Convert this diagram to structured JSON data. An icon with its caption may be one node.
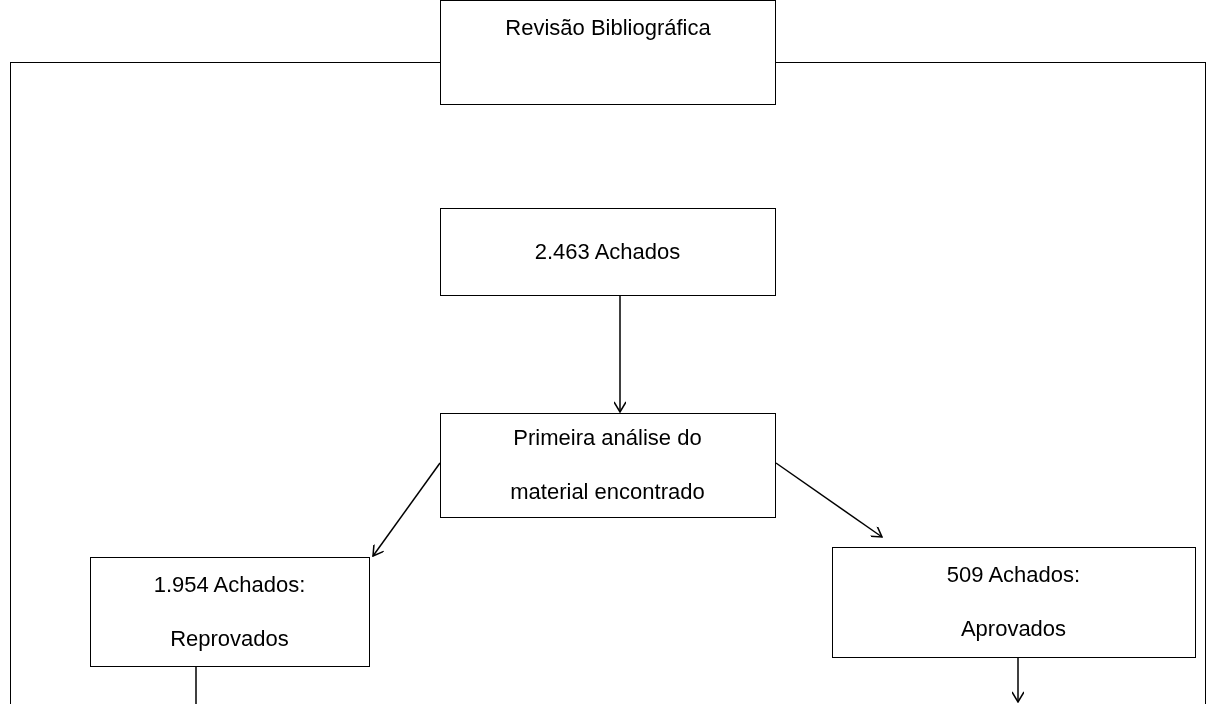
{
  "diagram": {
    "nodes": [
      {
        "text": [],
        "shape": "box"
      },
      {
        "text": [
          "Revisão Bibliográfica"
        ]
      },
      {
        "text": [
          "2.463 Achados"
        ],
        "in": 0
      },
      {
        "text": [
          "Primeira análise do material encontrado"
        ],
        "in": 0
      },
      {
        "text": [
          "1.954 Achados: Reprovados"
        ],
        "in": 0
      },
      {
        "text": [
          "509 Achados: Aprovados"
        ],
        "in": 0
      }
    ],
    "edges": [
      {
        "from": 2,
        "to": 3,
        "arrow": "to"
      },
      {
        "from": 3,
        "to": 4,
        "arrow": "to"
      },
      {
        "from": 3,
        "to": 5,
        "arrow": "to"
      },
      {
        "from": 4,
        "to": null,
        "arrow": "none"
      },
      {
        "from": 5,
        "to": null,
        "arrow": "to"
      }
    ]
  }
}
